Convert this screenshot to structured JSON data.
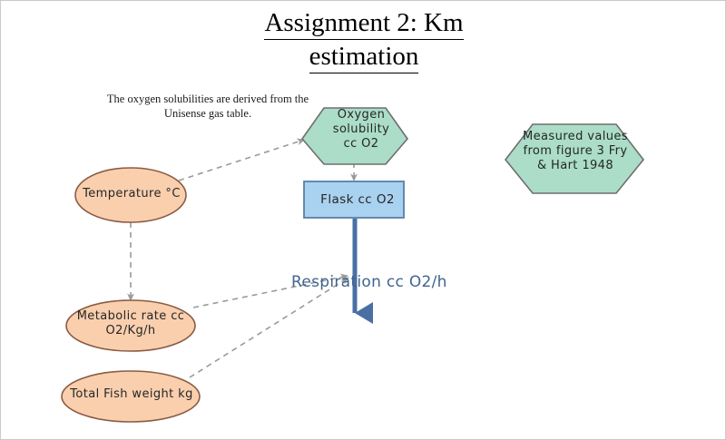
{
  "page": {
    "title_line1": "Assignment 2: Km",
    "title_line2": "estimation",
    "note": "The oxygen solubilities are derived from the Unisense gas table."
  },
  "colors": {
    "hexagon_fill": "#abddc9",
    "hexagon_stroke": "#6e6e6e",
    "ellipse_fill": "#f9cfae",
    "ellipse_stroke": "#8a5b43",
    "box_fill": "#a9d1f0",
    "box_stroke": "#5a7fa8",
    "flow_arrow": "#4a6fa5",
    "dashed_connector": "#9a9a9a",
    "respiration_text": "#42648f",
    "title_text": "#000000"
  },
  "nodes": {
    "oxygen_solubility": {
      "label": "Oxygen\nsolubility\ncc O2",
      "shape": "hexagon"
    },
    "measured_values": {
      "label": "Measured values\nfrom figure 3 Fry\n& Hart 1948",
      "shape": "hexagon"
    },
    "flask": {
      "label": "Flask cc O2",
      "shape": "rectangle"
    },
    "temperature": {
      "label": "Temperature °C",
      "shape": "ellipse"
    },
    "metabolic_rate": {
      "label": "Metabolic rate cc\nO2/Kg/h",
      "shape": "ellipse"
    },
    "total_fish_weight": {
      "label": "Total Fish weight kg",
      "shape": "ellipse"
    }
  },
  "flows": {
    "respiration": {
      "label": "Respiration cc O2/h"
    }
  }
}
